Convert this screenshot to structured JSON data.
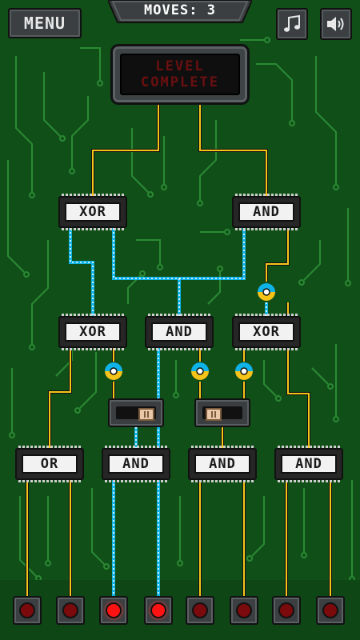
{
  "hud": {
    "menu_label": "MENU",
    "moves_label": "MOVES:",
    "moves_count": "3",
    "music_icon": "music-note-icon",
    "sound_icon": "speaker-icon"
  },
  "display": {
    "line1": "LEVEL",
    "line2": "COMPLETE"
  },
  "gates": {
    "top_left": "XOR",
    "top_right": "AND",
    "mid_left": "XOR",
    "mid_center": "AND",
    "mid_right": "XOR",
    "bottom_1": "OR",
    "bottom_2": "AND",
    "bottom_3": "AND",
    "bottom_4": "AND"
  },
  "switches": {
    "left_state": "on",
    "right_state": "off"
  },
  "outputs": [
    "off",
    "off",
    "on",
    "on",
    "off",
    "off",
    "off",
    "off"
  ],
  "colors": {
    "board": "#114f18",
    "trace": "#2b8a34",
    "active_wire": "#0fb3e6",
    "inactive_wire": "#f5c419",
    "led_on": "#ff1212",
    "led_off": "#7a0a0c"
  }
}
